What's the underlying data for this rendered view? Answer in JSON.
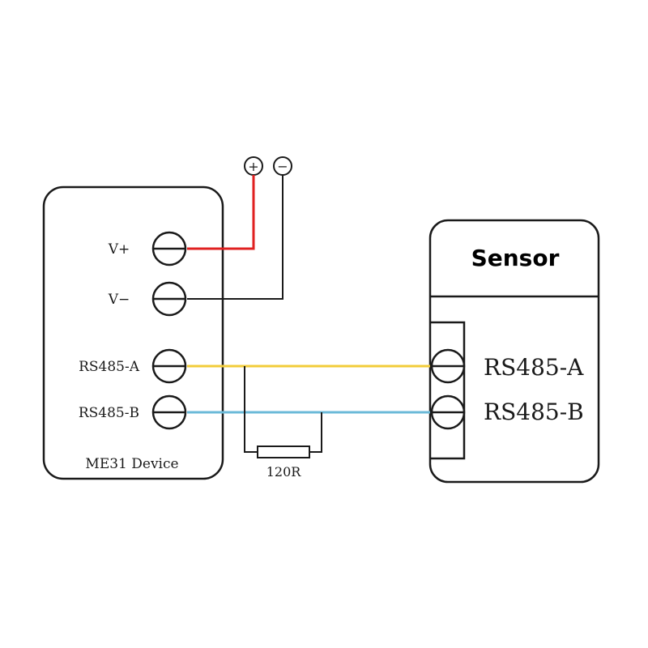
{
  "device": {
    "name": "ME31 Device",
    "terminals": {
      "v_plus": "V+",
      "v_minus": "V−",
      "rs485_a": "RS485-A",
      "rs485_b": "RS485-B"
    }
  },
  "power": {
    "plus_symbol": "+",
    "minus_symbol": "−"
  },
  "sensor": {
    "title": "Sensor",
    "terminals": {
      "rs485_a": "RS485-A",
      "rs485_b": "RS485-B"
    }
  },
  "resistor": {
    "label": "120R"
  },
  "colors": {
    "outline": "#1a1a1a",
    "wire_plus": "#e02020",
    "wire_minus": "#1a1a1a",
    "wire_a": "#f2cc3a",
    "wire_b": "#6bbad8"
  }
}
